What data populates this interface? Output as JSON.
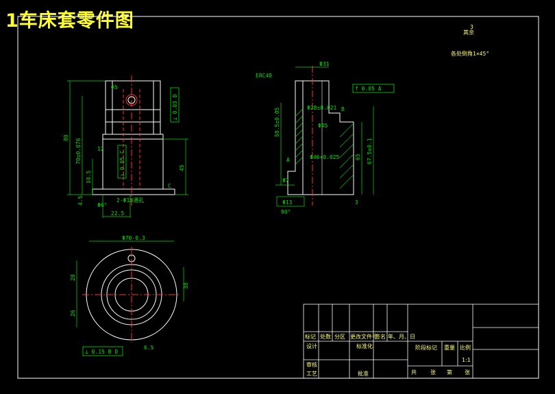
{
  "title": "1车床套零件图",
  "note_other_label": "其余",
  "note_other_roughness": "3",
  "note_chamfer": "各处倒角1×45°",
  "front_view": {
    "dim_total_height": "80",
    "dim_70": "70±0.076",
    "dim_12": "12",
    "dim_45": "45",
    "dim_10_5": "10.5",
    "dim_4_5": "4.5",
    "dim_22_5": "22.5",
    "dim_d5": "Φ5",
    "dim_hole": "2-Φ10通孔",
    "dim_chamfer": "Φ6°",
    "tol_top": "⊥ 0.03 D",
    "tol_mid": "⊥ 0.05 C",
    "label_c": "C"
  },
  "section_view": {
    "dim_d31": "Φ31",
    "dim_erc": "ERC48",
    "dim_d28": "Φ28±0.021",
    "dim_d45": "Φ45",
    "dim_d46": "Φ46+0.025",
    "dim_65": "65",
    "dim_67": "67.5±0.1",
    "dim_58": "58.5±0.05",
    "dim_d13": "Φ13",
    "dim_90": "90°",
    "dim_d7": "Φ7",
    "dim_3": "3",
    "tol_flat": "f 0.05 A",
    "label_a": "A",
    "label_b": "B"
  },
  "plan_view": {
    "dim_d70": "Φ70-0.3",
    "dim_28": "28",
    "dim_26": "26",
    "dim_38": "38",
    "dim_6_5": "6.5",
    "tol_bottom": "⊥ 0.15 B D"
  },
  "title_block": {
    "row1": [
      "标记",
      "处数",
      "分区",
      "更改文件号",
      "签名",
      "年、月、日"
    ],
    "design": "设计",
    "standard": "标准化",
    "review": "审核",
    "process": "工艺",
    "approve": "批准",
    "stage_mark": "阶段标记",
    "weight": "重量",
    "scale_label": "比例",
    "scale": "1:1",
    "sheets": [
      "共",
      "张",
      "第",
      "张"
    ]
  }
}
